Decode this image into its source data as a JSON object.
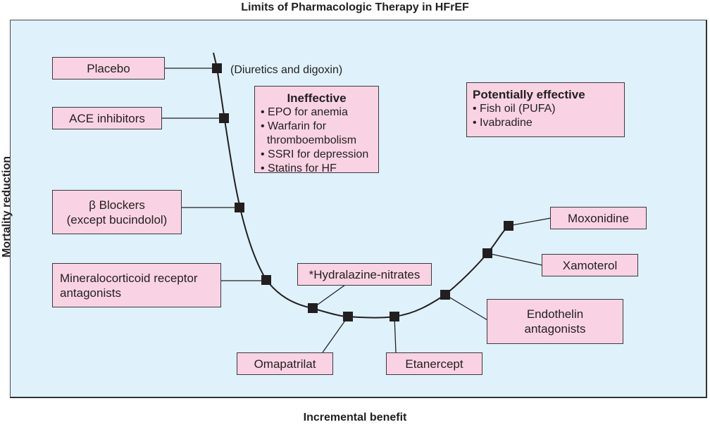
{
  "title": "Limits of Pharmacologic Therapy in HFrEF",
  "xlabel": "Incremental benefit",
  "ylabel": "Mortality reduction",
  "colors": {
    "panel_bg": "#dff1fb",
    "box_bg": "#f9d3e3",
    "box_border": "#3a3a3a",
    "curve": "#231f20",
    "marker": "#231f20"
  },
  "curve_annotation": "(Diuretics and digoxin)",
  "therapies": [
    {
      "id": "placebo",
      "label": "Placebo"
    },
    {
      "id": "ace",
      "label": "ACE inhibitors"
    },
    {
      "id": "beta",
      "label": "β Blockers\n(except bucindolol)",
      "line1": "β Blockers",
      "line2": "(except bucindolol)"
    },
    {
      "id": "mra",
      "label": "Mineralocorticoid receptor antagonists",
      "line1": "Mineralocorticoid receptor",
      "line2": "antagonists"
    },
    {
      "id": "hydralazine",
      "label": "*Hydralazine-nitrates"
    },
    {
      "id": "omapatrilat",
      "label": "Omapatrilat"
    },
    {
      "id": "etanercept",
      "label": "Etanercept"
    },
    {
      "id": "endothelin",
      "label": "Endothelin antagonists",
      "line1": "Endothelin",
      "line2": "antagonists"
    },
    {
      "id": "xamoterol",
      "label": "Xamoterol"
    },
    {
      "id": "moxonidine",
      "label": "Moxonidine"
    }
  ],
  "ineffective": {
    "heading": "Ineffective",
    "items": [
      "• EPO for anemia",
      "• Warfarin for",
      "  thromboembolism",
      "• SSRI for depression",
      "• Statins for HF"
    ]
  },
  "potentially_effective": {
    "heading": "Potentially effective",
    "items": [
      "• Fish oil (PUFA)",
      "• Ivabradine"
    ]
  }
}
